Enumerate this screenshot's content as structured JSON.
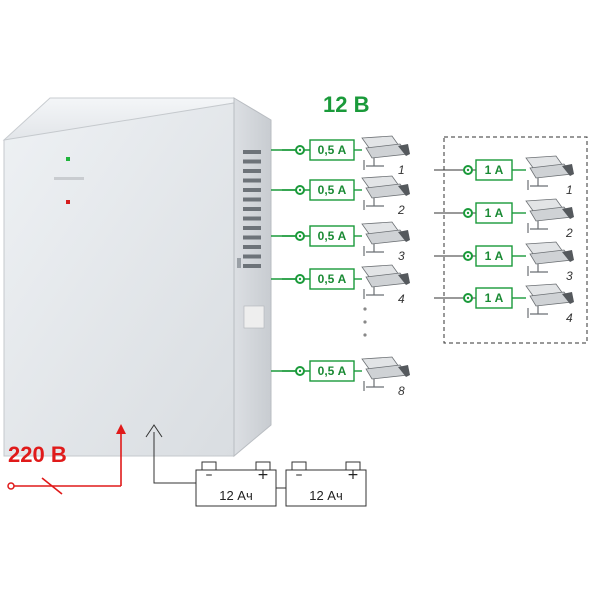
{
  "title_voltage": "12 В",
  "input_voltage": "220 В",
  "colors": {
    "green": "#1a9a3a",
    "red": "#e01a1a",
    "cabinet": "#e6e9ec"
  },
  "main_outputs": [
    {
      "fuse": "0,5 А",
      "number": "1"
    },
    {
      "fuse": "0,5 А",
      "number": "2"
    },
    {
      "fuse": "0,5 А",
      "number": "3"
    },
    {
      "fuse": "0,5 А",
      "number": "4"
    },
    {
      "fuse": "0,5 А",
      "number": "8"
    }
  ],
  "aux_outputs": [
    {
      "fuse": "1 А",
      "number": "1"
    },
    {
      "fuse": "1 А",
      "number": "2"
    },
    {
      "fuse": "1 А",
      "number": "3"
    },
    {
      "fuse": "1 А",
      "number": "4"
    }
  ],
  "batteries": [
    {
      "label": "12 Ач",
      "minus": "–",
      "plus": "+"
    },
    {
      "label": "12 Ач",
      "minus": "–",
      "plus": "+"
    }
  ]
}
